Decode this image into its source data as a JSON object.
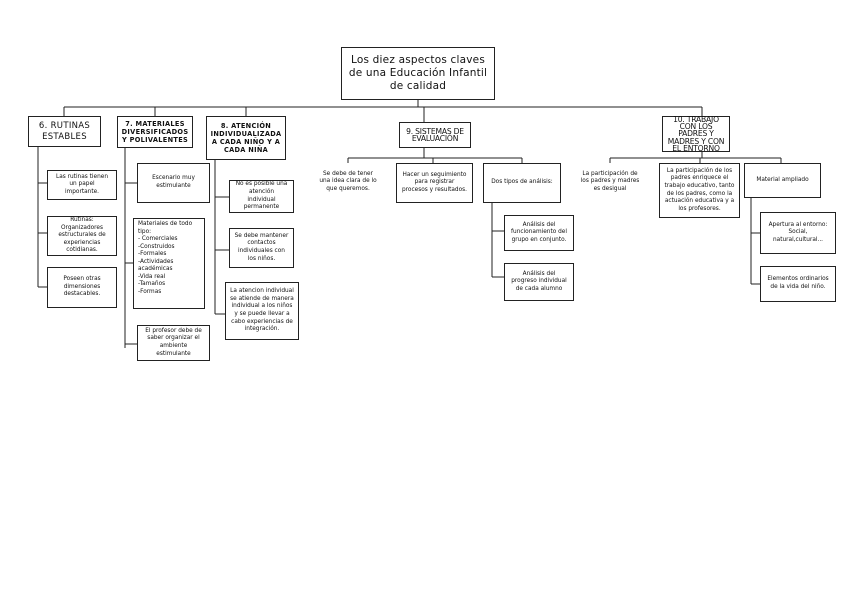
{
  "root": {
    "title": "Los diez aspectos claves de una Educación Infantil de calidad"
  },
  "branches": {
    "rutinas": {
      "title": "6. RUTINAS ESTABLES",
      "items": [
        "Las rutinas tienen un papel importante.",
        "Rutinas: Organizadores estructurales de experiencias cotidianas.",
        "Poseen otras dimensiones destacables."
      ]
    },
    "materiales": {
      "title": "7. MATERIALES DIVERSIFICADOS Y POLIVALENTES",
      "items": [
        "Escenario muy estimulante",
        "Materiales de todo tipo:\n- Comerciales\n-Construidos\n-Formales\n-Actividades académicas\n-Vida real\n-Tamaños\n-Formas",
        "El profesor debe de saber organizar el ambiente estimulante"
      ]
    },
    "atencion": {
      "title": "8. ATENCIÓN INDIVIDUALIZADA A CADA NIÑO Y A CADA NIÑA",
      "items": [
        "No es posible una atención individual permanente",
        "Se debe mantener contactos individuales con los niños.",
        "La atencion individual se atiende de manera individual a los niños y se puede llevar a cabo experiencias de integración."
      ]
    },
    "evaluacion": {
      "title": "9. SISTEMAS DE EVALUACIÓN",
      "items": [
        "Se debe de tener una idea clara de lo que queremos.",
        "Hacer un seguimiento para registrar procesos y resultados.",
        "Dos tipos de análisis:"
      ],
      "subitems": [
        "Análisis del funcionamiento del grupo en conjunto.",
        "Análisis del progreso individual de cada alumno"
      ]
    },
    "trabajo": {
      "title": "10. TRABAJO CON LOS PADRES Y MADRES Y CON EL ENTORNO",
      "items": [
        "La participación de los padres y madres es desigual",
        "La participación de los padres enriquece el trabajo educativo, tanto de los padres, como la actuación educativa y a los profesores.",
        "Material ampliado"
      ],
      "subitems": [
        "Apertura al entorno: Social, natural,cultural...",
        "Elementos ordinarios de la vida del niño."
      ]
    }
  }
}
